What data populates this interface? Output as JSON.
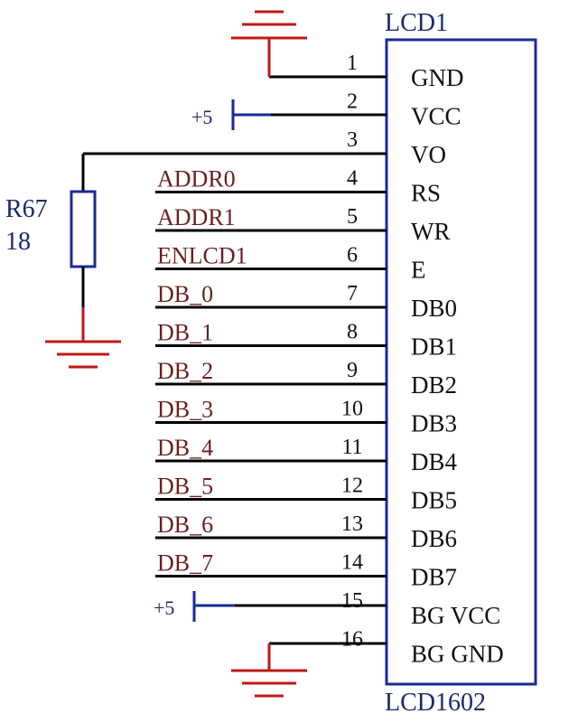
{
  "component": {
    "designator": "LCD1",
    "part_name": "LCD1602",
    "pins": [
      {
        "number": "1",
        "name": "GND"
      },
      {
        "number": "2",
        "name": "VCC"
      },
      {
        "number": "3",
        "name": "VO"
      },
      {
        "number": "4",
        "name": "RS"
      },
      {
        "number": "5",
        "name": "WR"
      },
      {
        "number": "6",
        "name": "E"
      },
      {
        "number": "7",
        "name": "DB0"
      },
      {
        "number": "8",
        "name": "DB1"
      },
      {
        "number": "9",
        "name": "DB2"
      },
      {
        "number": "10",
        "name": "DB3"
      },
      {
        "number": "11",
        "name": "DB4"
      },
      {
        "number": "12",
        "name": "DB5"
      },
      {
        "number": "13",
        "name": "DB6"
      },
      {
        "number": "14",
        "name": "DB7"
      },
      {
        "number": "15",
        "name": "BG VCC"
      },
      {
        "number": "16",
        "name": "BG GND"
      }
    ]
  },
  "net_labels": [
    {
      "pin": "4",
      "text": "ADDR0"
    },
    {
      "pin": "5",
      "text": "ADDR1"
    },
    {
      "pin": "6",
      "text": "ENLCD1"
    },
    {
      "pin": "7",
      "text": "DB_0"
    },
    {
      "pin": "8",
      "text": "DB_1"
    },
    {
      "pin": "9",
      "text": "DB_2"
    },
    {
      "pin": "10",
      "text": "DB_3"
    },
    {
      "pin": "11",
      "text": "DB_4"
    },
    {
      "pin": "12",
      "text": "DB_5"
    },
    {
      "pin": "13",
      "text": "DB_6"
    },
    {
      "pin": "14",
      "text": "DB_7"
    }
  ],
  "resistor": {
    "designator": "R67",
    "value": "18"
  },
  "power_ports": {
    "pin2": "+5",
    "pin15": "+5"
  },
  "colors": {
    "component_outline": "#1a2a9a",
    "wire": "#000000",
    "ground_symbol": "#c01818",
    "power_symbol": "#1a2a9a",
    "net_label_text": "#6b1f1f",
    "designator_text": "#1a2a6e"
  }
}
